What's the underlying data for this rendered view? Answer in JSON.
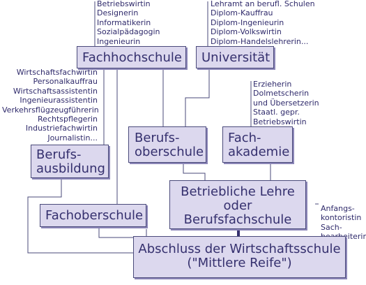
{
  "colors": {
    "box_fill": "#dcd8ee",
    "box_border": "#4a4a7a",
    "box_shadow": "#8c86b8",
    "text": "#35306e",
    "line": "#4a4a7a"
  },
  "boxes": {
    "fachhochschule": "Fachhochschule",
    "universitaet": "Universität",
    "berufsausbildung": "Berufs-\nausbildung",
    "berufsoberschule": "Berufs-\noberschule",
    "fachakademie": "Fach-\nakademie",
    "betriebliche_lehre": "Betriebliche Lehre\noder\nBerufsfachschule",
    "fachoberschule": "Fachoberschule",
    "abschluss": "Abschluss der Wirtschaftsschule\n(\"Mittlere Reife\")"
  },
  "lists": {
    "fachhochschule_berufe": "Betriebswirtin\nDesignerin\nInformatikerin\nSozialpädagogin\nIngenieurin",
    "universitaet_berufe": "Lehramt an berufl. Schulen\nDiplom-Kauffrau\nDiplom-Ingenieurin\nDiplom-Volkswirtin\nDiplom-Handelslehrerin...",
    "berufsausbildung_berufe": "Wirtschaftsfachwirtin\nPersonalkauffrau\nWirtschaftsassistentin\nIngenieurassistentin\nVerkehrsflügzeugführerin\nRechtspflegerin\nIndustriefachwirtin\nJournalistin...",
    "fachakademie_berufe": "Erzieherin\nDolmetscherin\nund Übersetzerin\nStaatl. gepr.\nBetriebswirtin",
    "lehre_berufe": "Anfangs-\nkontoristin\nSach-\nbearbeiterin"
  }
}
